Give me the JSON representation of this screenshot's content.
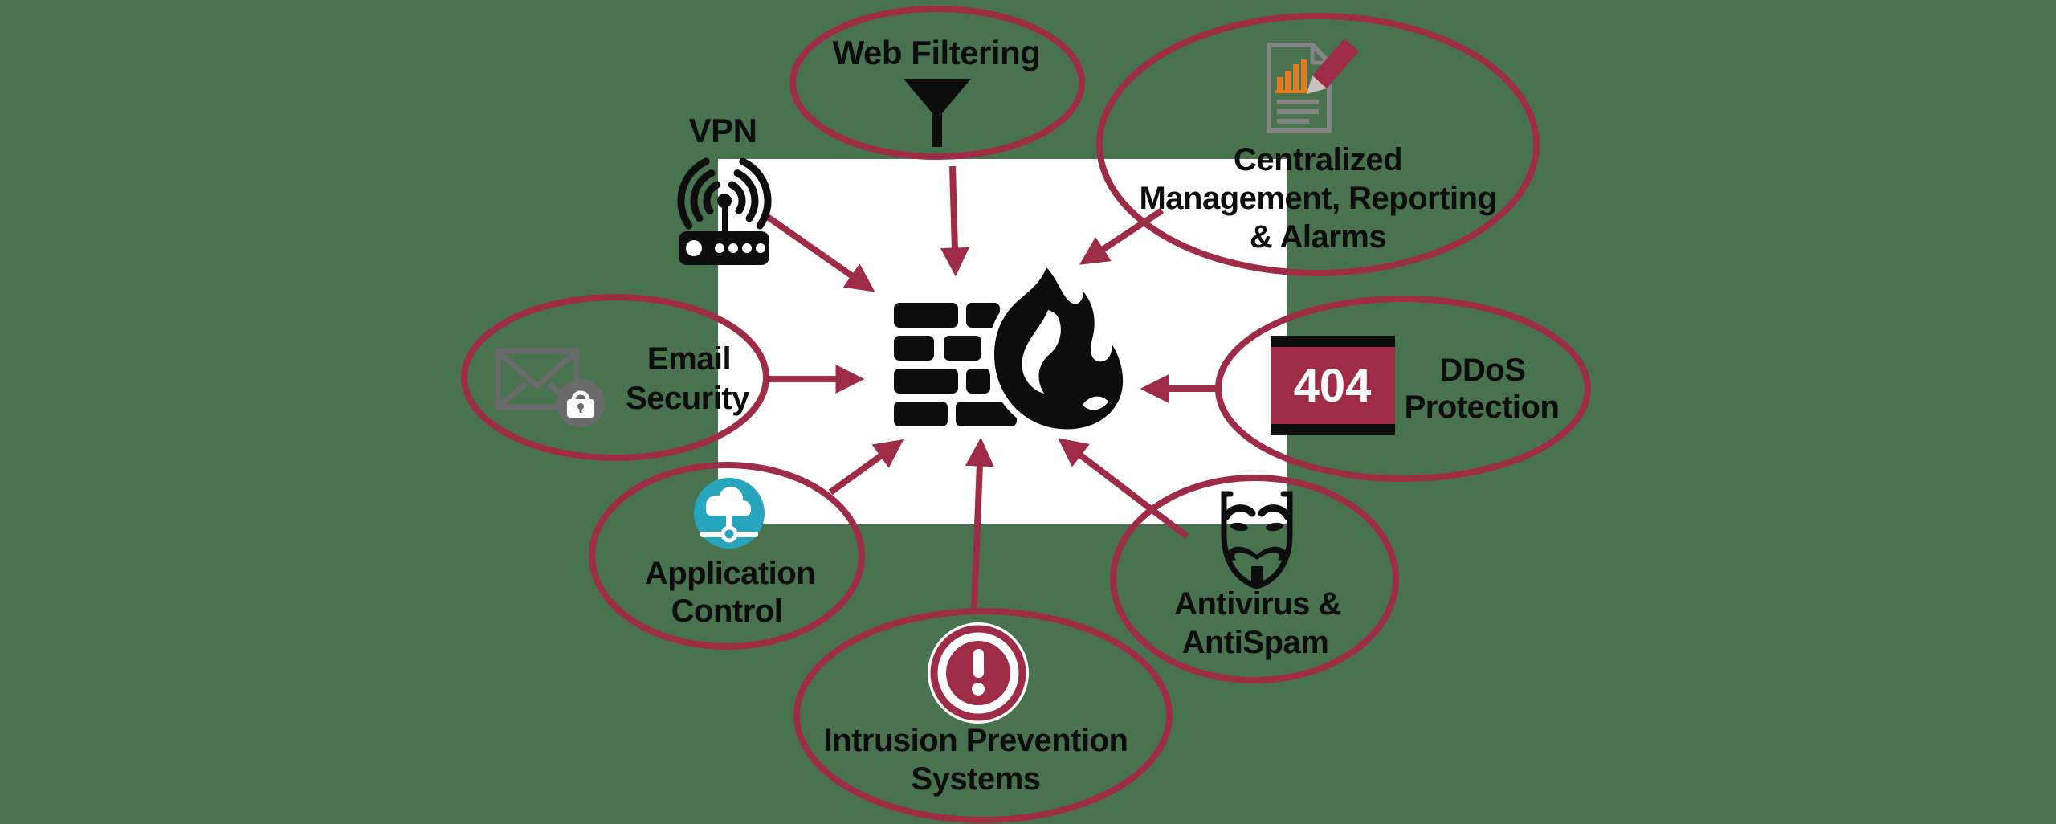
{
  "diagram": {
    "subject": "firewall security features",
    "center_icon": "firewall-flame-icon"
  },
  "colors": {
    "background": "#49724f",
    "panel": "#ffffff",
    "accent_maroon": "#9e2c47",
    "icon_black": "#0d0d0d",
    "teal": "#27a5bc",
    "orange": "#e8791e",
    "gray_document": "#858585",
    "gray_envelope": "#6b6b6b",
    "label_text": "#0d0d0d"
  },
  "nodes": {
    "web_filtering": {
      "label": "Web Filtering",
      "icon": "funnel-icon"
    },
    "vpn": {
      "label": "VPN",
      "icon": "wireless-router-icon"
    },
    "centralized": {
      "line1": "Centralized",
      "line2": "Management, Reporting",
      "line3": "& Alarms",
      "icon": "report-document-pencil-icon"
    },
    "email": {
      "line1": "Email",
      "line2": "Security",
      "icon": "envelope-lock-icon"
    },
    "ddos": {
      "line1": "DDoS",
      "line2": "Protection",
      "sign": "404",
      "icon": "404-sign-icon"
    },
    "application": {
      "line1": "Application",
      "line2": "Control",
      "icon": "cloud-network-icon"
    },
    "antivirus": {
      "line1": "Antivirus &",
      "line2": "AntiSpam",
      "icon": "anonymous-mask-icon"
    },
    "ips": {
      "line1": "Intrusion Prevention",
      "line2": "Systems",
      "icon": "alert-exclamation-icon"
    }
  }
}
